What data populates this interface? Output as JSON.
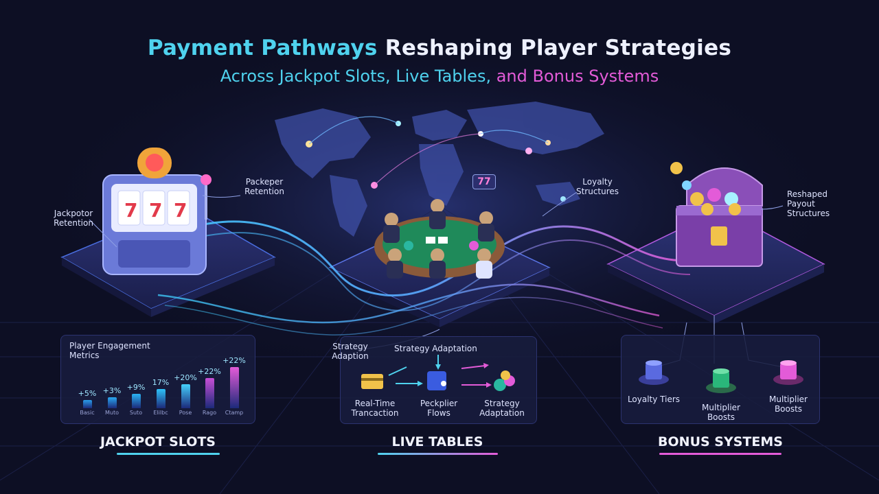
{
  "header": {
    "title_highlight": "Payment Pathways",
    "title_rest": "Reshaping Player Strategies",
    "subtitle_cyan": "Across Jackpot Slots, Live Tables,",
    "subtitle_magenta": "and Bonus Systems"
  },
  "map": {
    "badge": "77"
  },
  "slots": {
    "callout": "Jackpotor Retention",
    "section_label": "JACKPOT SLOTS",
    "panel": {
      "title": "Player Engagement Metrics",
      "bars": [
        {
          "label": "+5%",
          "tick": "Basic",
          "value": 5
        },
        {
          "label": "+3%",
          "tick": "Muto",
          "value": 7
        },
        {
          "label": "+9%",
          "tick": "Suto",
          "value": 9
        },
        {
          "label": "17%",
          "tick": "Elilbc",
          "value": 12
        },
        {
          "label": "+20%",
          "tick": "Pose",
          "value": 15
        },
        {
          "label": "+22%",
          "tick": "Rago",
          "value": 19
        },
        {
          "label": "+22%",
          "tick": "Ctamp",
          "value": 26
        }
      ],
      "max_value": 26
    }
  },
  "tables": {
    "callout": "Packeper Retention",
    "section_label": "LIVE TABLES",
    "panel": {
      "left_note": "Strategy Adaption",
      "top_title": "Strategy Adaptation",
      "steps": [
        "Real-Time Trancaction",
        "Peckplier Flows",
        "Strategy Adaptation"
      ]
    }
  },
  "bonus": {
    "callout_top": "Loyalty Structures",
    "callout_right": "Reshaped Payout Structures",
    "section_label": "BONUS SYSTEMS",
    "panel": {
      "items": [
        "Loyalty Tiers",
        "Multiplier Boosts",
        "Multiplier Boosts"
      ]
    }
  },
  "colors": {
    "cyan": "#4fd2ee",
    "magenta": "#e35bd8",
    "background": "#0d0f24"
  }
}
